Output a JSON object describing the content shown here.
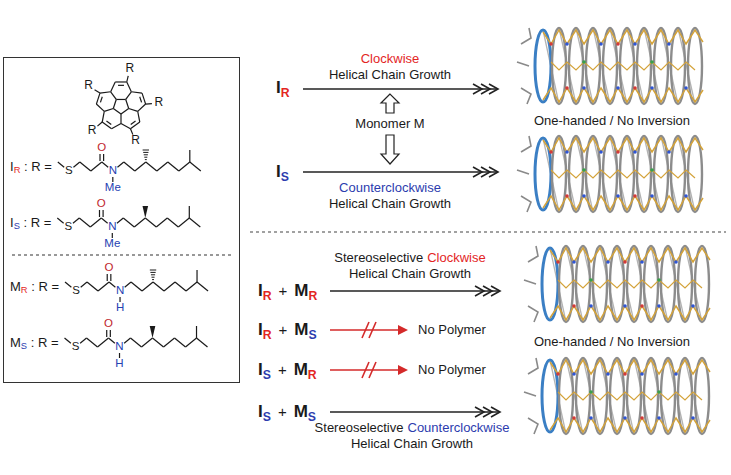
{
  "diagram": {
    "nodes": [
      {
        "text": [
          "R",
          "R",
          "R",
          "R",
          "R",
          "IR : R =",
          "S",
          "O",
          "N",
          "Me",
          "IS : R =",
          "S",
          "O",
          "N",
          "Me",
          "MR : R =",
          "S",
          "O",
          "N",
          "H",
          "MS : R =",
          "S",
          "O",
          "N",
          "H"
        ]
      }
    ],
    "labels": [
      "Clockwise",
      "Helical Chain Growth",
      "IR",
      "Monomer M",
      "IS",
      "Counterclockwise",
      "Helical Chain Growth",
      "One-handed / No Inversion",
      "Stereoselective",
      "Clockwise",
      "Helical Chain Growth",
      "IR",
      "+",
      "MR",
      "IR",
      "+",
      "MS",
      "No Polymer",
      "IS",
      "+",
      "MR",
      "No Polymer",
      "IS",
      "+",
      "MS",
      "Stereoselective",
      "Counterclockwise",
      "Helical Chain Growth",
      "One-handed / No Inversion"
    ]
  }
}
